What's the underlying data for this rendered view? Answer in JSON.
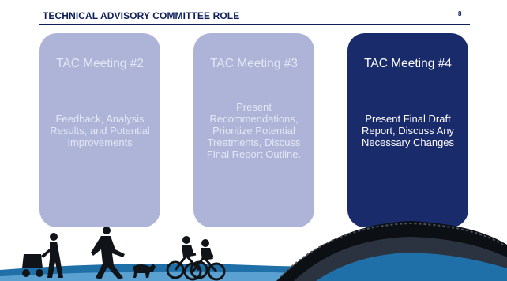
{
  "header": {
    "title": "TECHNICAL ADVISORY COMMITTEE ROLE",
    "page_number": "8"
  },
  "cards": [
    {
      "title": "TAC Meeting #2",
      "body": "Feedback, Analysis Results, and Potential Improvements",
      "style": "light"
    },
    {
      "title": "TAC Meeting #3",
      "body": "Present Recommendations, Prioritize Potential Treatments, Discuss Final Report Outline.",
      "style": "light"
    },
    {
      "title": "TAC Meeting #4",
      "body": "Present Final Draft Report, Discuss Any Necessary Changes",
      "style": "dark"
    }
  ],
  "colors": {
    "navy": "#0f1f5c",
    "card_light": "#aeb4d8",
    "card_dark": "#1a2b6c",
    "road": "#1f6fa8"
  },
  "footer_illustration": {
    "icons": [
      "stroller-walker-icon",
      "runner-with-dog-icon",
      "cyclists-icon",
      "tire-icon"
    ]
  }
}
